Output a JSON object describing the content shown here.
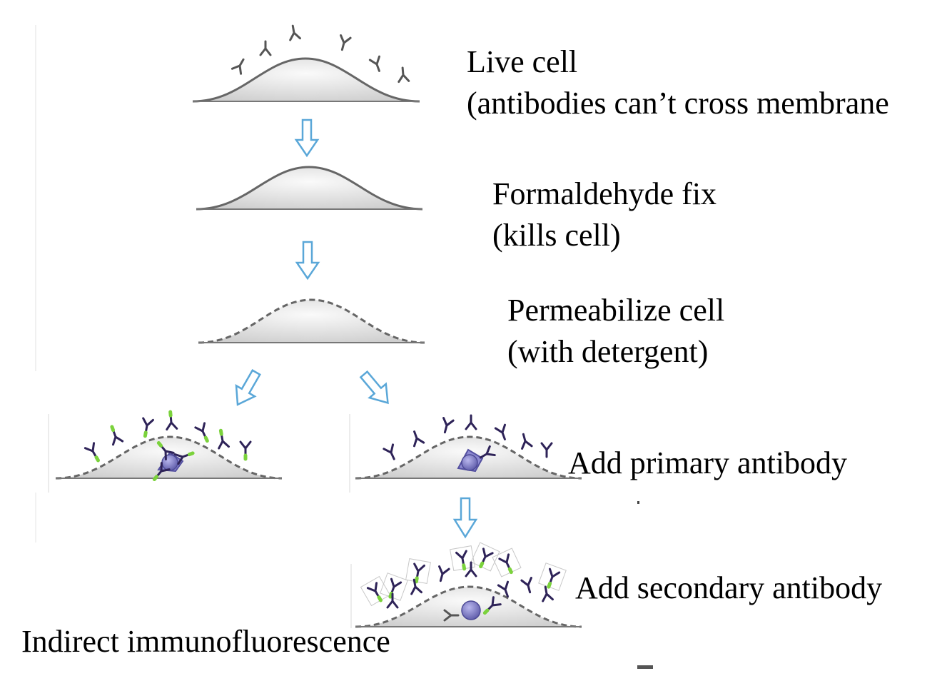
{
  "title": "Indirect immunofluorescence",
  "steps": {
    "live": {
      "line1": "Live cell",
      "line2": "(antibodies can’t cross membrane"
    },
    "fix": {
      "line1": "Formaldehyde fix",
      "line2": "(kills cell)"
    },
    "permeabilize": {
      "line1": "Permeabilize cell",
      "line2": "(with detergent)"
    },
    "primary": {
      "line1": "Add primary antibody"
    },
    "secondary": {
      "line1": "Add secondary antibody"
    }
  },
  "colors": {
    "cell_fill": "#e0e0e0",
    "cell_stroke": "#666666",
    "arrow": "#5aa7d8",
    "antibody_primary": "#2e2358",
    "antibody_gray": "#555555",
    "fluor": "#7bd23c",
    "antigen": "#7b78c4"
  }
}
